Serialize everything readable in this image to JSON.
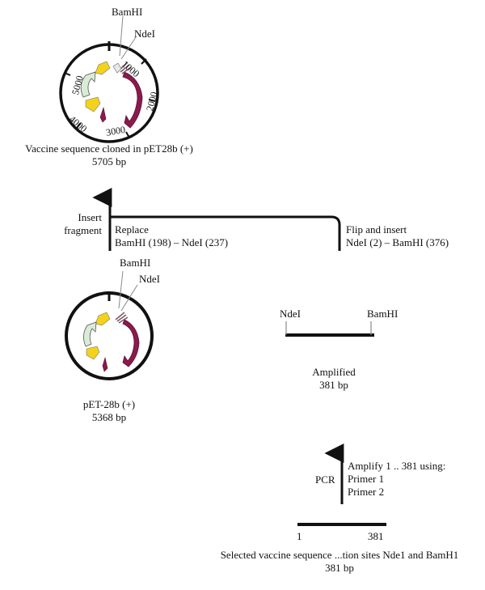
{
  "top_plasmid": {
    "site_bamhi": "BamHI",
    "site_ndei": "NdeI",
    "ticks": [
      "1000",
      "2000",
      "3000",
      "4000",
      "5000"
    ],
    "caption_line1": "Vaccine sequence cloned in pET28b (+)",
    "caption_line2": "5705 bp"
  },
  "insert_arrow": {
    "insert_line1": "Insert",
    "insert_line2": "fragment",
    "replace_line1": "Replace",
    "replace_line2": "BamHI (198) – NdeI (237)",
    "flip_line1": "Flip and insert",
    "flip_line2": "NdeI (2) – BamHI (376)"
  },
  "bottom_plasmid": {
    "site_bamhi": "BamHI",
    "site_ndei": "NdeI",
    "caption_line1": "pET-28b (+)",
    "caption_line2": "5368 bp"
  },
  "amplified": {
    "site_left": "NdeI",
    "site_right": "BamHI",
    "label_line1": "Amplified",
    "label_line2": "381 bp"
  },
  "pcr": {
    "label": "PCR",
    "line1": "Amplify 1 .. 381 using:",
    "line2": "Primer 1",
    "line3": "Primer 2"
  },
  "selected": {
    "start": "1",
    "end": "381",
    "caption_line1": "Selected vaccine sequence ...tion sites Nde1 and BamH1",
    "caption_line2": "381 bp"
  },
  "colors": {
    "yellow": "#f2d21b",
    "light_green": "#d9ecd6",
    "maroon": "#8b1a4d",
    "ring": "#111111",
    "grey_line": "#888888"
  }
}
